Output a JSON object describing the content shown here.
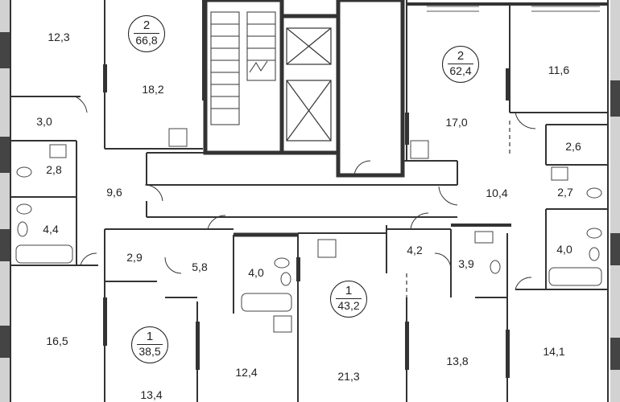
{
  "apartments": [
    {
      "id": "apt-top-left",
      "rooms": "2",
      "area": "66,8"
    },
    {
      "id": "apt-top-right",
      "rooms": "2",
      "area": "62,4"
    },
    {
      "id": "apt-bottom-center",
      "rooms": "1",
      "area": "43,2"
    },
    {
      "id": "apt-bottom-left",
      "rooms": "1",
      "area": "38,5"
    }
  ],
  "rooms": [
    "12,3",
    "18,2",
    "3,0",
    "2,8",
    "9,6",
    "4,4",
    "16,5",
    "2,9",
    "5,8",
    "4,0",
    "13,4",
    "12,4",
    "21,3",
    "4,2",
    "3,9",
    "13,8",
    "17,0",
    "11,6",
    "2,6",
    "10,4",
    "2,7",
    "4,0",
    "14,1"
  ]
}
